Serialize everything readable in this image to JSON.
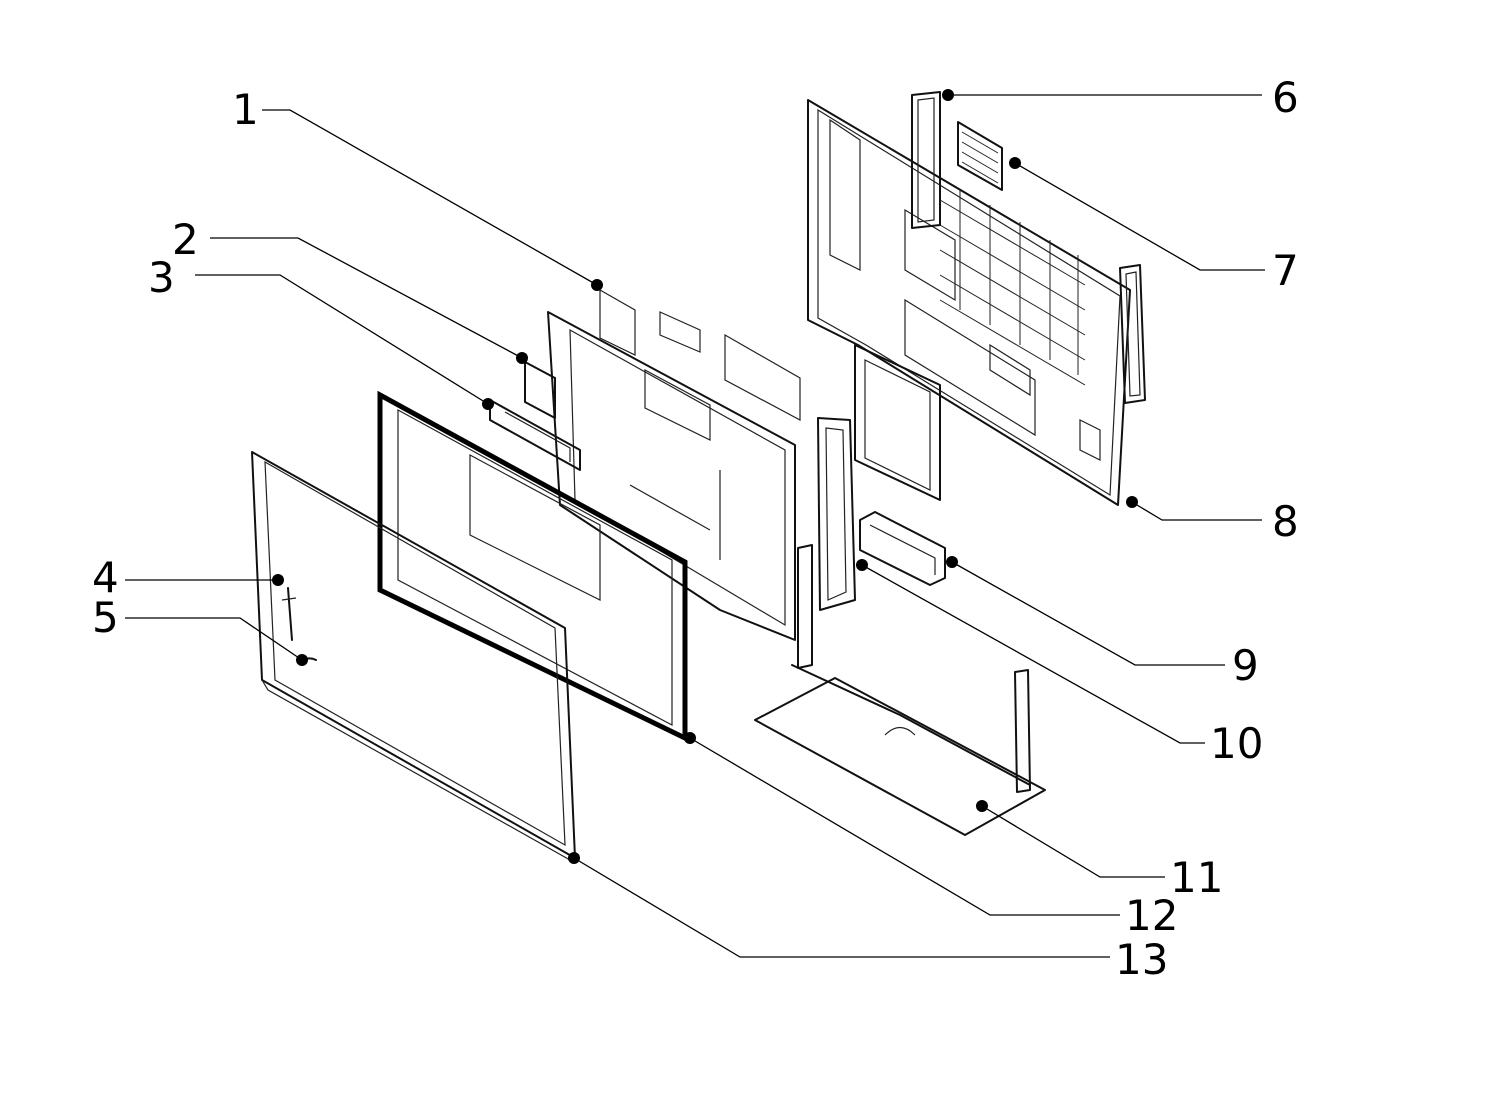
{
  "diagram": {
    "type": "exploded-parts-view",
    "colors": {
      "line": "#000000",
      "background": "#ffffff"
    },
    "callouts": [
      {
        "id": "1",
        "label": "1"
      },
      {
        "id": "2",
        "label": "2"
      },
      {
        "id": "3",
        "label": "3"
      },
      {
        "id": "4",
        "label": "4"
      },
      {
        "id": "5",
        "label": "5"
      },
      {
        "id": "6",
        "label": "6"
      },
      {
        "id": "7",
        "label": "7"
      },
      {
        "id": "8",
        "label": "8"
      },
      {
        "id": "9",
        "label": "9"
      },
      {
        "id": "10",
        "label": "10"
      },
      {
        "id": "11",
        "label": "11"
      },
      {
        "id": "12",
        "label": "12"
      },
      {
        "id": "13",
        "label": "13"
      }
    ]
  }
}
